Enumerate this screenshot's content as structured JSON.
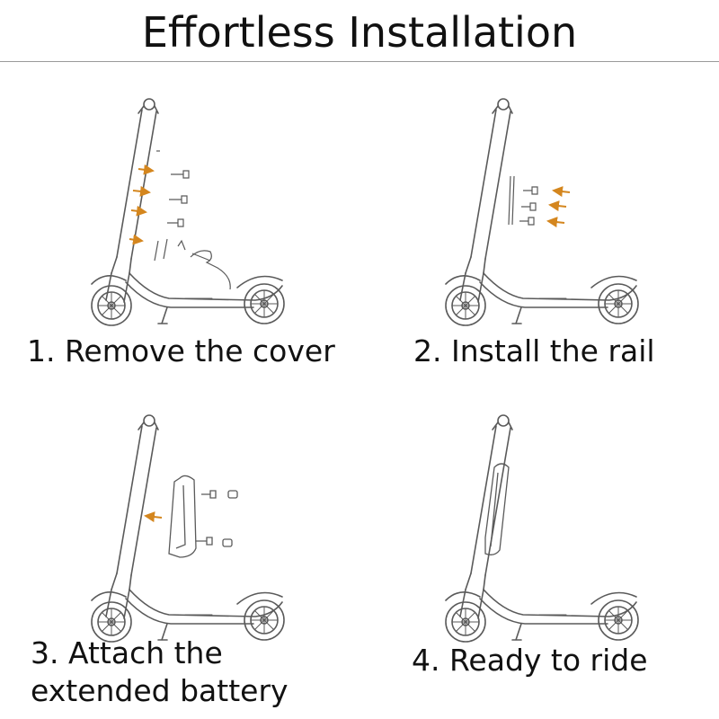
{
  "title": "Effortless Installation",
  "accent_color": "#d4861e",
  "line_color": "#5a5a5a",
  "steps": [
    {
      "caption": "1. Remove the cover",
      "icon": "scooter-remove-cover"
    },
    {
      "caption": "2. Install the rail",
      "icon": "scooter-install-rail"
    },
    {
      "caption_line1": "3. Attach the",
      "caption_line2": "extended battery",
      "icon": "scooter-attach-battery"
    },
    {
      "caption": "4. Ready to ride",
      "icon": "scooter-ready"
    }
  ]
}
